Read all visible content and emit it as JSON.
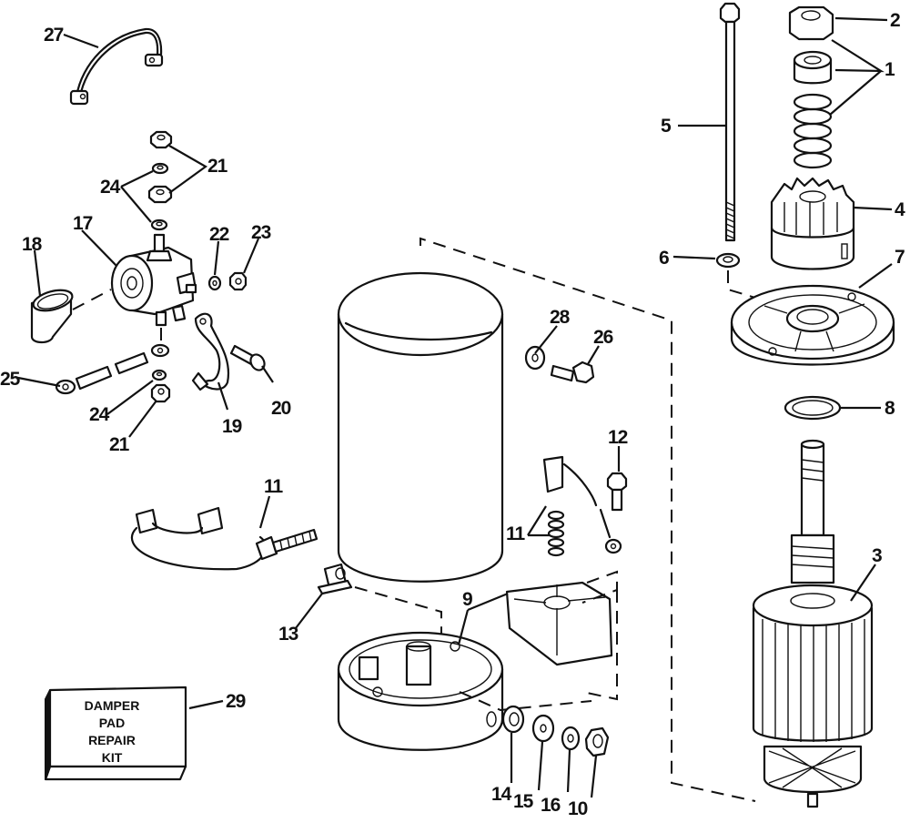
{
  "diagram": {
    "type": "exploded-parts-diagram",
    "subject": "electric starter motor assembly",
    "callouts": [
      {
        "id": "1",
        "part": "pinion stop nut, collar and spring"
      },
      {
        "id": "2",
        "part": "pinion nut"
      },
      {
        "id": "3",
        "part": "armature"
      },
      {
        "id": "4",
        "part": "drive pinion"
      },
      {
        "id": "5",
        "part": "through bolt"
      },
      {
        "id": "6",
        "part": "washer"
      },
      {
        "id": "7",
        "part": "drive end cap"
      },
      {
        "id": "8",
        "part": "thrust washer"
      },
      {
        "id": "9",
        "part": "brush holder / end cap screws"
      },
      {
        "id": "10",
        "part": "terminal nut"
      },
      {
        "id": "11",
        "part": "brushes and springs"
      },
      {
        "id": "12",
        "part": "brush lead screw"
      },
      {
        "id": "13",
        "part": "terminal insulator"
      },
      {
        "id": "14",
        "part": "insulating washer"
      },
      {
        "id": "15",
        "part": "flat washer"
      },
      {
        "id": "16",
        "part": "lock washer"
      },
      {
        "id": "17",
        "part": "solenoid"
      },
      {
        "id": "18",
        "part": "solenoid boot"
      },
      {
        "id": "19",
        "part": "solenoid bracket"
      },
      {
        "id": "20",
        "part": "bracket screw"
      },
      {
        "id": "21",
        "part": "nuts"
      },
      {
        "id": "22",
        "part": "lock washer"
      },
      {
        "id": "23",
        "part": "nut"
      },
      {
        "id": "24",
        "part": "lock washers"
      },
      {
        "id": "25",
        "part": "cable"
      },
      {
        "id": "26",
        "part": "bolt"
      },
      {
        "id": "27",
        "part": "ground lead"
      },
      {
        "id": "28",
        "part": "washer"
      },
      {
        "id": "29",
        "part": "damper pad repair kit"
      }
    ],
    "kit_label": {
      "line1": "DAMPER",
      "line2": "PAD",
      "line3": "REPAIR",
      "line4": "KIT"
    },
    "labels": {
      "l27": "27",
      "l21a": "21",
      "l24a": "24",
      "l17": "17",
      "l18": "18",
      "l22": "22",
      "l23": "23",
      "l25": "25",
      "l24b": "24",
      "l21b": "21",
      "l19": "19",
      "l20": "20",
      "l2": "2",
      "l1": "1",
      "l5": "5",
      "l4": "4",
      "l6": "6",
      "l7": "7",
      "l8": "8",
      "l28": "28",
      "l26": "26",
      "l12": "12",
      "l11a": "11",
      "l11b": "11",
      "l3": "3",
      "l9": "9",
      "l13": "13",
      "l29": "29",
      "l14": "14",
      "l15": "15",
      "l16": "16",
      "l10": "10"
    }
  }
}
